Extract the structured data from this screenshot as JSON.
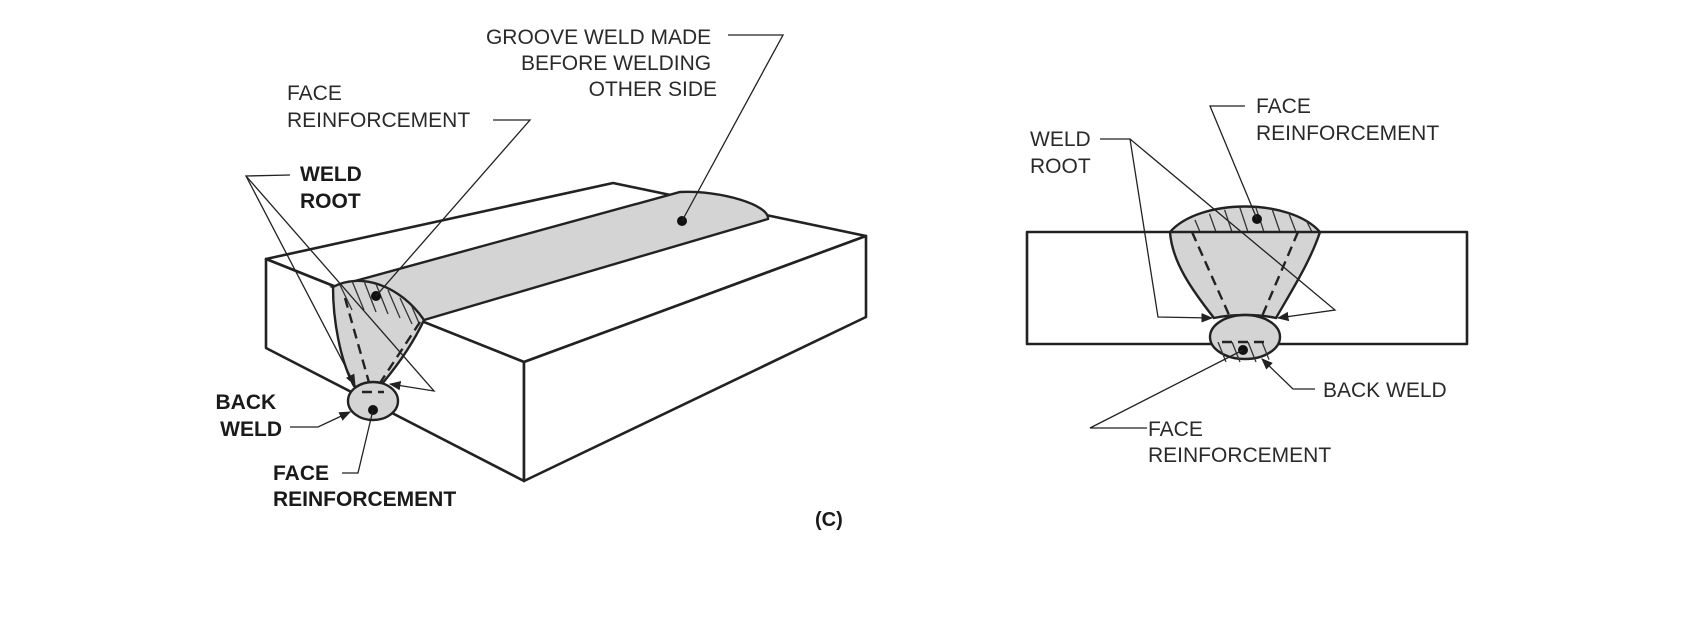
{
  "left_view": {
    "label_groove_weld": [
      "GROOVE WELD MADE",
      "BEFORE WELDING",
      "OTHER SIDE"
    ],
    "label_face_reinforcement_top": [
      "FACE",
      "REINFORCEMENT"
    ],
    "label_weld_root": [
      "WELD",
      "ROOT"
    ],
    "label_back_weld": [
      "BACK",
      "WELD"
    ],
    "label_face_reinforcement_bottom": [
      "FACE",
      "REINFORCEMENT"
    ]
  },
  "caption": "(C)",
  "right_view": {
    "label_weld_root": [
      "WELD",
      "ROOT"
    ],
    "label_face_reinforcement_top": [
      "FACE",
      "REINFORCEMENT"
    ],
    "label_back_weld": "BACK WELD",
    "label_face_reinforcement_bottom": [
      "FACE",
      "REINFORCEMENT"
    ]
  }
}
